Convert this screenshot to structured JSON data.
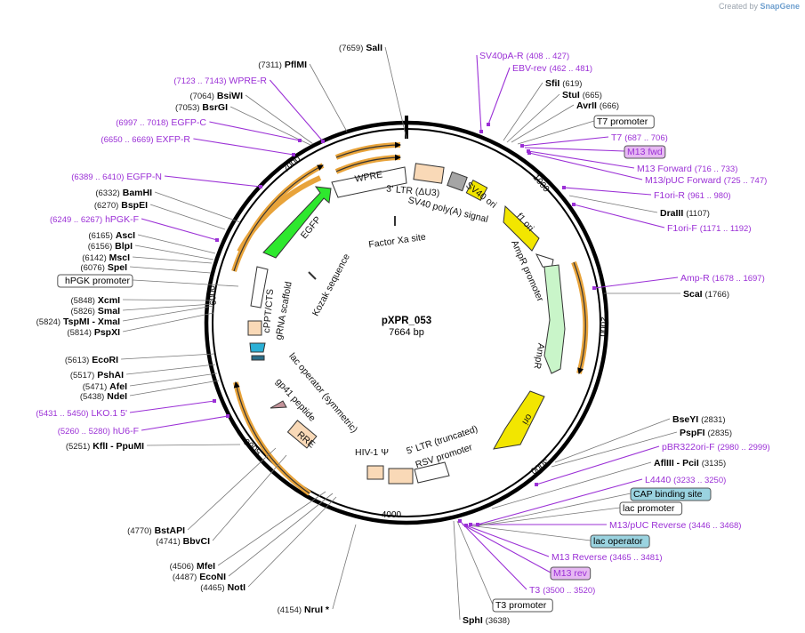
{
  "credit": {
    "prefix": "Created by",
    "brand": "SnapGene"
  },
  "plasmid": {
    "name": "pXPR_053",
    "size_label": "7664 bp",
    "length": 7664
  },
  "colors": {
    "primer": "#9b30d6",
    "enzyme": "#000000",
    "orange": "#e8a33a",
    "ori": "#f2e600",
    "egfp": "#2ee82e",
    "ampr": "#c9f5c9"
  },
  "ticks": [
    "1000",
    "2000",
    "3000",
    "4000",
    "5000",
    "6000",
    "7000"
  ],
  "features": [
    {
      "name": "WPRE",
      "color": "#ffffff"
    },
    {
      "name": "EGFP",
      "color": "#2ee82e"
    },
    {
      "name": "3' LTR (ΔU3)",
      "color": "#f9d9b7"
    },
    {
      "name": "SV40 poly(A) signal",
      "color": "#a5a5a5"
    },
    {
      "name": "SV40 ori",
      "color": "#f2e600"
    },
    {
      "name": "f1 ori",
      "color": "#f2e600"
    },
    {
      "name": "AmpR promoter",
      "color": "#ffffff"
    },
    {
      "name": "AmpR",
      "color": "#c9f5c9"
    },
    {
      "name": "ori",
      "color": "#f2e600"
    },
    {
      "name": "5' LTR (truncated)",
      "color": "#f9d9b7"
    },
    {
      "name": "RSV promoter",
      "color": "#ffffff"
    },
    {
      "name": "HIV-1 Ψ",
      "color": "#f9d9b7"
    },
    {
      "name": "RRE",
      "color": "#f9d9b7"
    },
    {
      "name": "gp41 peptide",
      "color": "#c4949b"
    },
    {
      "name": "lac operator (symmetric)",
      "color": "#2bb0d6"
    },
    {
      "name": "cPPT/CTS",
      "color": "#f9d9b7"
    },
    {
      "name": "gRNA scaffold",
      "color": "#ffffff"
    },
    {
      "name": "Kozak sequence",
      "color": "#333333"
    },
    {
      "name": "Factor Xa site",
      "color": "#333333"
    }
  ],
  "labels": [
    {
      "coord": "(7659)",
      "name": "SalI",
      "type": "enzyme",
      "boxed": false
    },
    {
      "coord": "(7311)",
      "name": "PflMI",
      "type": "enzyme",
      "boxed": false
    },
    {
      "coord": "(7123 .. 7143)",
      "name": "WPRE-R",
      "type": "primer",
      "boxed": false
    },
    {
      "coord": "(7064)",
      "name": "BsiWI",
      "type": "enzyme",
      "boxed": false
    },
    {
      "coord": "(7053)",
      "name": "BsrGI",
      "type": "enzyme",
      "boxed": false
    },
    {
      "coord": "(6997 .. 7018)",
      "name": "EGFP-C",
      "type": "primer",
      "boxed": false
    },
    {
      "coord": "(6650 .. 6669)",
      "name": "EXFP-R",
      "type": "primer",
      "boxed": false
    },
    {
      "coord": "(6389 .. 6410)",
      "name": "EGFP-N",
      "type": "primer",
      "boxed": false
    },
    {
      "coord": "(6332)",
      "name": "BamHI",
      "type": "enzyme",
      "boxed": false
    },
    {
      "coord": "(6270)",
      "name": "BspEI",
      "type": "enzyme",
      "boxed": false
    },
    {
      "coord": "(6249 .. 6267)",
      "name": "hPGK-F",
      "type": "primer",
      "boxed": false
    },
    {
      "coord": "(6165)",
      "name": "AscI",
      "type": "enzyme",
      "boxed": false
    },
    {
      "coord": "(6156)",
      "name": "BlpI",
      "type": "enzyme",
      "boxed": false
    },
    {
      "coord": "(6142)",
      "name": "MscI",
      "type": "enzyme",
      "boxed": false
    },
    {
      "coord": "(6076)",
      "name": "SpeI",
      "type": "enzyme",
      "boxed": false
    },
    {
      "coord": "",
      "name": "hPGK promoter",
      "type": "feature",
      "boxed": true,
      "fill": "#ffffff"
    },
    {
      "coord": "(5848)",
      "name": "XcmI",
      "type": "enzyme",
      "boxed": false
    },
    {
      "coord": "(5826)",
      "name": "SmaI",
      "type": "enzyme",
      "boxed": false
    },
    {
      "coord": "(5824)",
      "name": "TspMI  - XmaI",
      "type": "enzyme",
      "boxed": false
    },
    {
      "coord": "(5814)",
      "name": "PspXI",
      "type": "enzyme",
      "boxed": false
    },
    {
      "coord": "(5613)",
      "name": "EcoRI",
      "type": "enzyme",
      "boxed": false
    },
    {
      "coord": "(5517)",
      "name": "PshAI",
      "type": "enzyme",
      "boxed": false
    },
    {
      "coord": "(5471)",
      "name": "AfeI",
      "type": "enzyme",
      "boxed": false
    },
    {
      "coord": "(5438)",
      "name": "NdeI",
      "type": "enzyme",
      "boxed": false
    },
    {
      "coord": "(5431 .. 5450)",
      "name": "LKO.1 5'",
      "type": "primer",
      "boxed": false
    },
    {
      "coord": "(5260 .. 5280)",
      "name": "hU6-F",
      "type": "primer",
      "boxed": false
    },
    {
      "coord": "(5251)",
      "name": "KflI  - PpuMI",
      "type": "enzyme",
      "boxed": false
    },
    {
      "coord": "(4770)",
      "name": "BstAPI",
      "type": "enzyme",
      "boxed": false
    },
    {
      "coord": "(4741)",
      "name": "BbvCI",
      "type": "enzyme",
      "boxed": false
    },
    {
      "coord": "(4506)",
      "name": "MfeI",
      "type": "enzyme",
      "boxed": false
    },
    {
      "coord": "(4487)",
      "name": "EcoNI",
      "type": "enzyme",
      "boxed": false
    },
    {
      "coord": "(4465)",
      "name": "NotI",
      "type": "enzyme",
      "boxed": false
    },
    {
      "coord": "(4154)",
      "name": "NruI *",
      "type": "enzyme",
      "boxed": false
    },
    {
      "coord": "(3638)",
      "name": "SphI",
      "type": "enzyme",
      "boxed": false
    },
    {
      "coord": "",
      "name": "T3 promoter",
      "type": "feature",
      "boxed": true,
      "fill": "#ffffff"
    },
    {
      "coord": "(3500 .. 3520)",
      "name": "T3",
      "type": "primer",
      "boxed": false
    },
    {
      "coord": "",
      "name": "M13 rev",
      "type": "primer",
      "boxed": true,
      "fill": "#e6b8f2"
    },
    {
      "coord": "(3465 .. 3481)",
      "name": "M13 Reverse",
      "type": "primer",
      "boxed": false
    },
    {
      "coord": "",
      "name": "lac operator",
      "type": "feature",
      "boxed": true,
      "fill": "#9ad3e0"
    },
    {
      "coord": "(3446 .. 3468)",
      "name": "M13/pUC Reverse",
      "type": "primer",
      "boxed": false
    },
    {
      "coord": "",
      "name": "lac promoter",
      "type": "feature",
      "boxed": true,
      "fill": "#ffffff"
    },
    {
      "coord": "",
      "name": "CAP binding site",
      "type": "feature",
      "boxed": true,
      "fill": "#9ad3e0"
    },
    {
      "coord": "(3233 .. 3250)",
      "name": "L4440",
      "type": "primer",
      "boxed": false
    },
    {
      "coord": "(3135)",
      "name": "AflIII  - PciI",
      "type": "enzyme",
      "boxed": false
    },
    {
      "coord": "(2980 .. 2999)",
      "name": "pBR322ori-F",
      "type": "primer",
      "boxed": false
    },
    {
      "coord": "(2835)",
      "name": "PspFI",
      "type": "enzyme",
      "boxed": false
    },
    {
      "coord": "(2831)",
      "name": "BseYI",
      "type": "enzyme",
      "boxed": false
    },
    {
      "coord": "(1766)",
      "name": "ScaI",
      "type": "enzyme",
      "boxed": false
    },
    {
      "coord": "(1678 .. 1697)",
      "name": "Amp-R",
      "type": "primer",
      "boxed": false
    },
    {
      "coord": "(1171 .. 1192)",
      "name": "F1ori-F",
      "type": "primer",
      "boxed": false
    },
    {
      "coord": "(1107)",
      "name": "DraIII",
      "type": "enzyme",
      "boxed": false
    },
    {
      "coord": "(961 .. 980)",
      "name": "F1ori-R",
      "type": "primer",
      "boxed": false
    },
    {
      "coord": "(725 .. 747)",
      "name": "M13/pUC Forward",
      "type": "primer",
      "boxed": false
    },
    {
      "coord": "(716 .. 733)",
      "name": "M13 Forward",
      "type": "primer",
      "boxed": false
    },
    {
      "coord": "",
      "name": "M13 fwd",
      "type": "primer",
      "boxed": true,
      "fill": "#e6b8f2"
    },
    {
      "coord": "(687 .. 706)",
      "name": "T7",
      "type": "primer",
      "boxed": false
    },
    {
      "coord": "",
      "name": "T7 promoter",
      "type": "feature",
      "boxed": true,
      "fill": "#ffffff"
    },
    {
      "coord": "(666)",
      "name": "AvrII",
      "type": "enzyme",
      "boxed": false
    },
    {
      "coord": "(665)",
      "name": "StuI",
      "type": "enzyme",
      "boxed": false
    },
    {
      "coord": "(619)",
      "name": "SfiI",
      "type": "enzyme",
      "boxed": false
    },
    {
      "coord": "(462 .. 481)",
      "name": "EBV-rev",
      "type": "primer",
      "boxed": false
    },
    {
      "coord": "(408 .. 427)",
      "name": "SV40pA-R",
      "type": "primer",
      "boxed": false
    }
  ]
}
